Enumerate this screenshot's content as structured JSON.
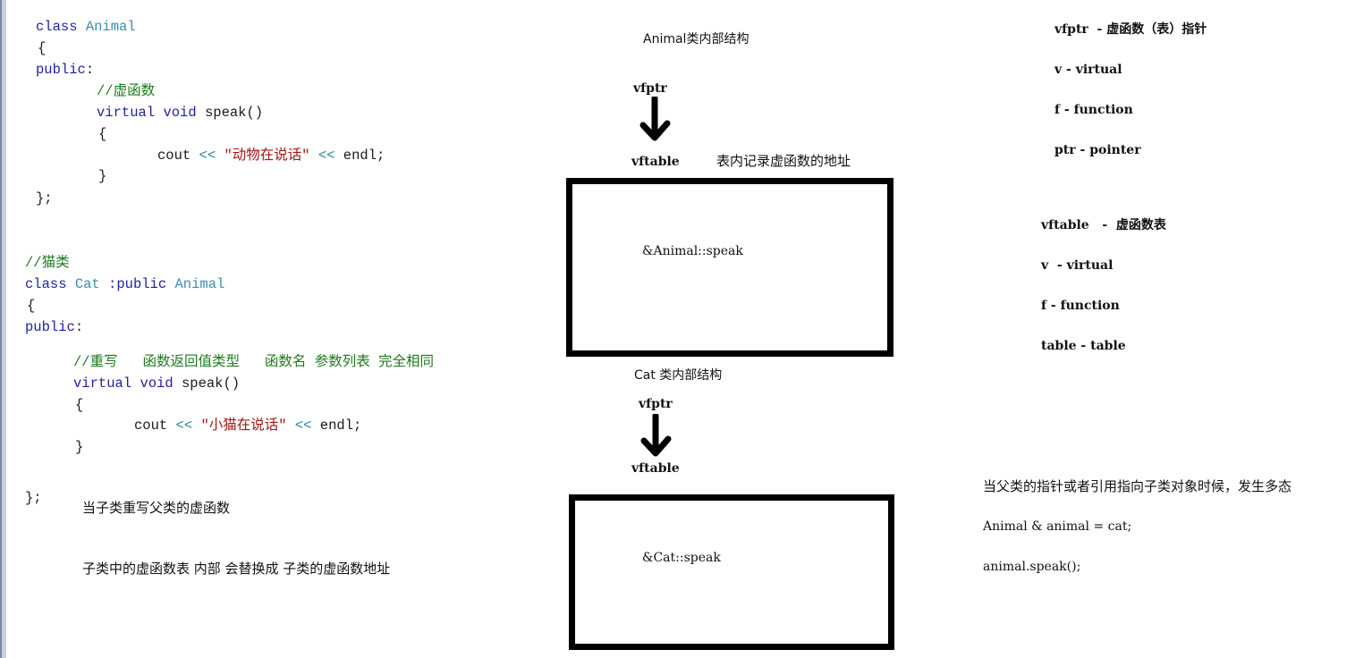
{
  "animal_code": {
    "line1": {
      "kw": "class",
      "name": "Animal"
    },
    "line2": "{",
    "line3": {
      "kw": "public",
      "suffix": ":"
    },
    "line4_comment": "//虚函数",
    "line5": {
      "kw1": "virtual",
      "kw2": "void",
      "rest": "speak()"
    },
    "line6": "{",
    "line7": {
      "cout": "cout",
      "op1": "<<",
      "str": "\"动物在说话\"",
      "op2": "<<",
      "end": "endl;"
    },
    "line8": "}",
    "line9": "};"
  },
  "cat_code": {
    "comment": "//猫类",
    "line1": {
      "kw": "class",
      "name": "Cat",
      "inherit_kw": ":public",
      "base": "Animal"
    },
    "line2": "{",
    "line3": {
      "kw": "public",
      "suffix": ":"
    },
    "override_comment": "//重写   函数返回值类型   函数名 参数列表 完全相同",
    "line5": {
      "kw1": "virtual",
      "kw2": "void",
      "rest": "speak()"
    },
    "line6": "{",
    "line7": {
      "cout": "cout",
      "op1": "<<",
      "str": "\"小猫在说话\"",
      "op2": "<<",
      "end": "endl;"
    },
    "line8": "}",
    "line9": "};"
  },
  "left_notes": {
    "override_note": "当子类重写父类的虚函数",
    "table_note": "子类中的虚函数表 内部 会替换成 子类的虚函数地址"
  },
  "diagram": {
    "animal": {
      "title": "Animal类内部结构",
      "vfptr": "vfptr",
      "vftable": "vftable",
      "table_note": "表内记录虚函数的地址",
      "entry": "&Animal::speak"
    },
    "cat": {
      "title": "Cat 类内部结构",
      "vfptr": "vfptr",
      "vftable": "vftable",
      "entry": "&Cat::speak"
    }
  },
  "glossary": {
    "vfptr": {
      "head": "vfptr  - 虚函数（表）指针",
      "items": [
        "v - virtual",
        "f - function",
        "ptr - pointer"
      ]
    },
    "vftable": {
      "head": "vftable   -  虚函数表",
      "items": [
        "v  - virtual",
        "f - function",
        "table - table"
      ]
    }
  },
  "polymorphism": {
    "note": "当父类的指针或者引用指向子类对象时候，发生多态",
    "code1": "Animal & animal = cat;",
    "code2": "animal.speak();"
  },
  "colors": {
    "keyword": "#1f1fa8",
    "type": "#3a8fb0",
    "comment": "#1f7a1f",
    "string": "#a31515",
    "operator": "#2a8a9a",
    "box_border": "#000000"
  }
}
